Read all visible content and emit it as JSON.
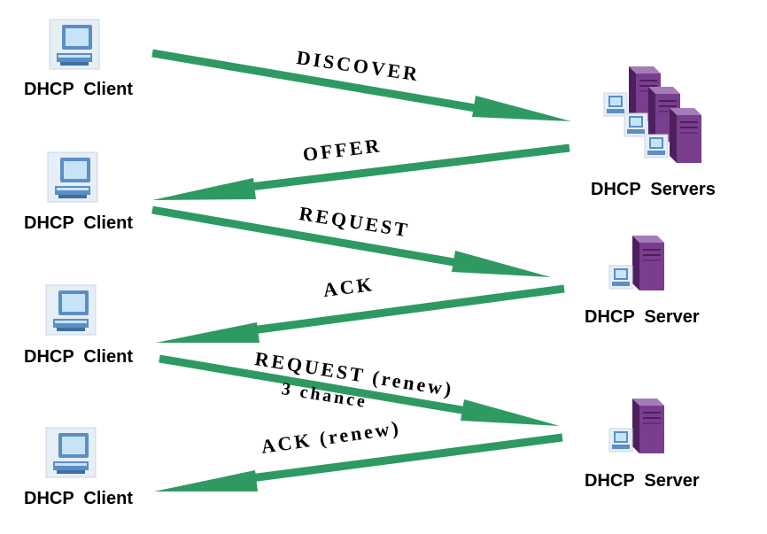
{
  "colors": {
    "arrow": "#2e9a62",
    "monitor_frame": "#5b8ec4",
    "monitor_screen": "#c7e4f7",
    "server_body": "#7a3e8e",
    "server_light": "#a57cb8",
    "server_dark": "#4d1f5e"
  },
  "nodes": {
    "client_1": "DHCP  Client",
    "client_2": "DHCP  Client",
    "client_3": "DHCP  Client",
    "client_4": "DHCP  Client",
    "servers": "DHCP  Servers",
    "server_1": "DHCP  Server",
    "server_2": "DHCP  Server"
  },
  "messages": {
    "discover": "DISCOVER",
    "offer": "OFFER",
    "request": "REQUEST",
    "ack": "ACK",
    "request_renew": "REQUEST (renew)",
    "request_renew_note": "3 chance",
    "ack_renew": "ACK (renew)"
  }
}
